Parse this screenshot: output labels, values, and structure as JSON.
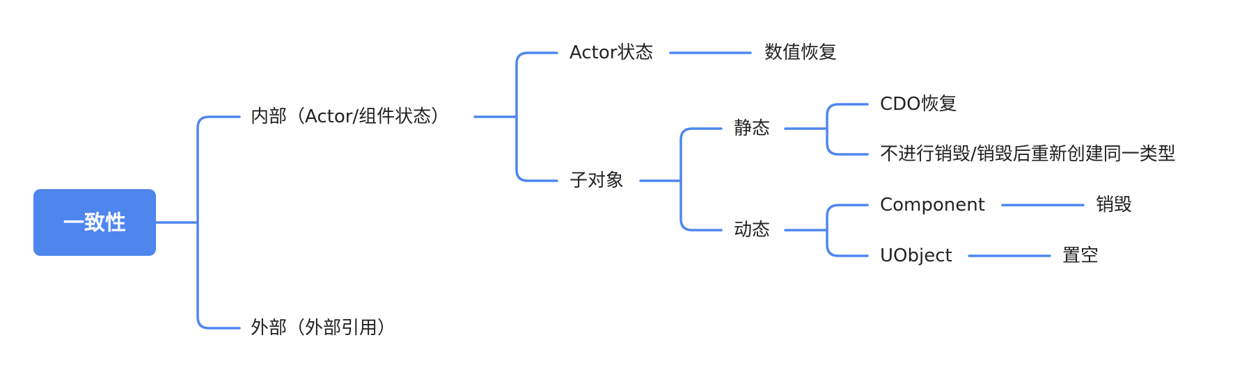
{
  "colors": {
    "accent": "#4f86ee",
    "text": "#222222",
    "root_text": "#ffffff",
    "background": "#ffffff"
  },
  "mindmap": {
    "root": {
      "label": "一致性",
      "children": [
        {
          "label": "内部（Actor/组件状态）",
          "children": [
            {
              "label": "Actor状态",
              "children": [
                {
                  "label": "数值恢复"
                }
              ]
            },
            {
              "label": "子对象",
              "children": [
                {
                  "label": "静态",
                  "children": [
                    {
                      "label": "CDO恢复"
                    },
                    {
                      "label": "不进行销毁/销毁后重新创建同一类型"
                    }
                  ]
                },
                {
                  "label": "动态",
                  "children": [
                    {
                      "label": "Component",
                      "children": [
                        {
                          "label": "销毁"
                        }
                      ]
                    },
                    {
                      "label": "UObject",
                      "children": [
                        {
                          "label": "置空"
                        }
                      ]
                    }
                  ]
                }
              ]
            }
          ]
        },
        {
          "label": "外部（外部引用）"
        }
      ]
    }
  }
}
